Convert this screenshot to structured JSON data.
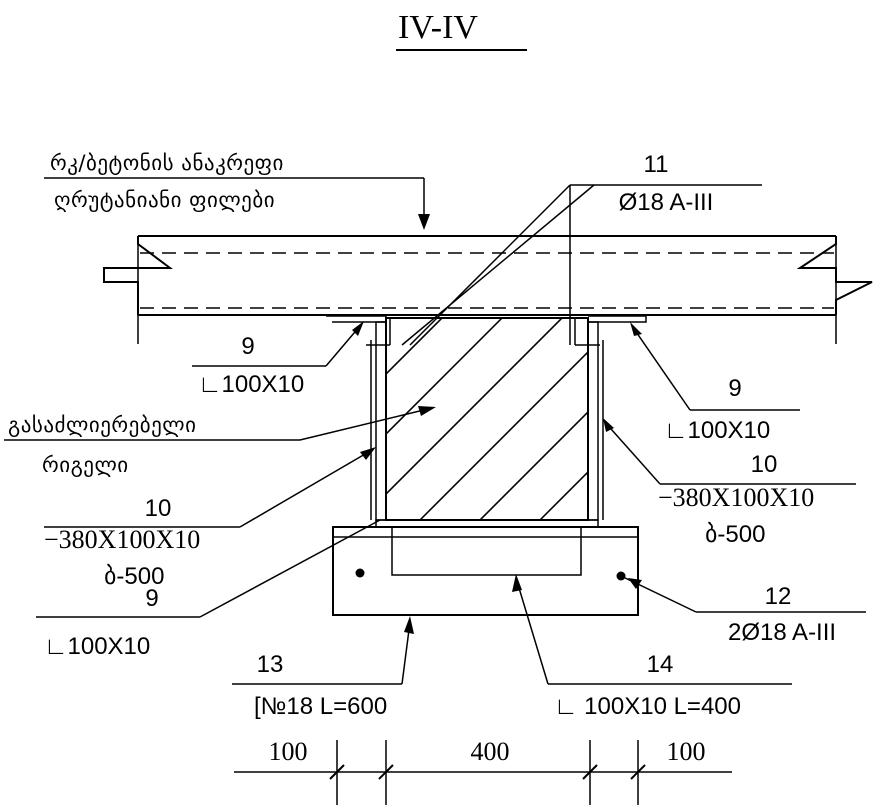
{
  "section_title": "IV-IV",
  "labels": {
    "slab_line1": "რკ/ბეტონის ანაკრეფი",
    "slab_line2": "ღრუტანიანი ფილები",
    "strengthening_line1": "გასაძლიერებელი",
    "strengthening_line2": "რიგელი"
  },
  "callouts": {
    "c11_num": "11",
    "c11_spec": "Ø18 A-III",
    "c9_left_num": "9",
    "c9_left_spec": "∟100X10",
    "c9_right_num": "9",
    "c9_right_spec": "∟100X10",
    "c10_right_num": "10",
    "c10_right_spec": "−380X100X10",
    "c10_right_grade": "ბ-500",
    "c10_left_num": "10",
    "c10_left_spec": "−380X100X10",
    "c10_left_grade": "ბ-500",
    "c9_bottom_num": "9",
    "c9_bottom_spec": "∟100X10",
    "c12_num": "12",
    "c12_spec": "2Ø18 A-III",
    "c13_num": "13",
    "c13_spec": "[№18 L=600",
    "c14_num": "14",
    "c14_spec": "∟ 100X10 L=400"
  },
  "dimensions": [
    "100",
    "400",
    "100"
  ]
}
